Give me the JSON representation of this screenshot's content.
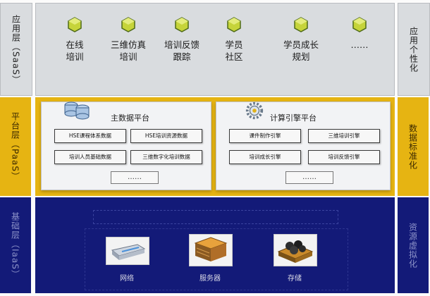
{
  "saas": {
    "layer_label": "应用层（SaaS）",
    "right_label": "应用个性化",
    "apps": [
      {
        "line1": "在线",
        "line2": "培训"
      },
      {
        "line1": "三维仿真",
        "line2": "培训"
      },
      {
        "line1": "培训反馈",
        "line2": "跟踪"
      },
      {
        "line1": "学员",
        "line2": "社区"
      },
      {
        "line1": "学员成长",
        "line2": "规划"
      },
      {
        "line1": "……"
      }
    ]
  },
  "paas": {
    "layer_label": "平台层（PaaS）",
    "right_label": "数据标准化",
    "data_platform": {
      "title": "主数据平台",
      "items": [
        "HSE课程体系数据",
        "HSE培训资源数据",
        "培训人员基础数据",
        "三维数字化培训数据"
      ],
      "more": "……"
    },
    "engine_platform": {
      "title": "计算引擎平台",
      "items": [
        "课件制作引擎",
        "三维培训引擎",
        "培训成长引擎",
        "培训反馈引擎"
      ],
      "more": "……"
    }
  },
  "iaas": {
    "layer_label": "基础层（IaaS）",
    "right_label": "资源虚拟化",
    "virtual_label": "",
    "resources": [
      "网络",
      "服务器",
      "存储"
    ]
  },
  "colors": {
    "saas_band": "#d9dcdf",
    "paas_band": "#e6b412",
    "iaas_band": "#131a78"
  }
}
